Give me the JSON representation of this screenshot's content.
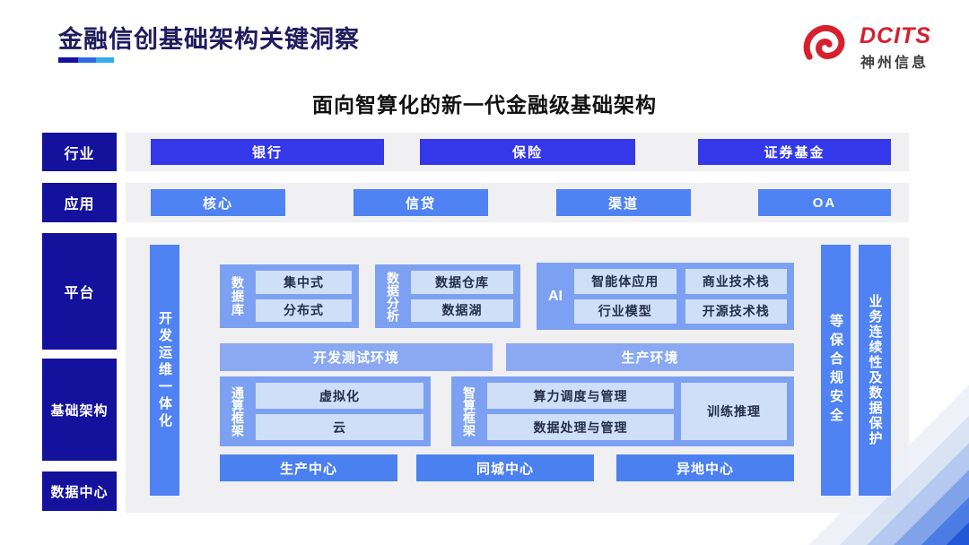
{
  "page": {
    "title": "金融信创基础架构关键洞察",
    "subtitle": "面向智算化的新一代金融级基础架构"
  },
  "logo": {
    "brand": "DCITS",
    "company": "神州信息",
    "icon": "swirl-icon",
    "brand_color": "#d71f2e"
  },
  "sidebar": {
    "items": [
      {
        "label": "行业"
      },
      {
        "label": "应用"
      },
      {
        "label": "平台"
      },
      {
        "label": "基础架构"
      },
      {
        "label": "数据中心"
      }
    ]
  },
  "industry": {
    "items": [
      {
        "label": "银行"
      },
      {
        "label": "保险"
      },
      {
        "label": "证券基金"
      }
    ]
  },
  "application": {
    "items": [
      {
        "label": "核心"
      },
      {
        "label": "信贷"
      },
      {
        "label": "渠道"
      },
      {
        "label": "OA"
      }
    ]
  },
  "platform": {
    "devops_bar": "开发运维一体化",
    "groups": {
      "database": {
        "label": "数据库",
        "items": [
          {
            "label": "集中式"
          },
          {
            "label": "分布式"
          }
        ]
      },
      "analytics": {
        "label": "数据分析",
        "items": [
          {
            "label": "数据仓库"
          },
          {
            "label": "数据湖"
          }
        ]
      },
      "ai": {
        "label": "AI",
        "items": [
          {
            "label": "智能体应用"
          },
          {
            "label": "商业技术栈"
          },
          {
            "label": "行业模型"
          },
          {
            "label": "开源技术栈"
          }
        ]
      }
    },
    "environments": [
      {
        "label": "开发测试环境"
      },
      {
        "label": "生产环境"
      }
    ],
    "frameworks": {
      "general": {
        "label": "通算框架",
        "items": [
          {
            "label": "虚拟化"
          },
          {
            "label": "云"
          }
        ]
      },
      "intelligent": {
        "label": "智算框架",
        "items": [
          {
            "label": "算力调度与管理"
          },
          {
            "label": "数据处理与管理"
          }
        ],
        "side": "训练推理"
      }
    },
    "centers": [
      {
        "label": "生产中心"
      },
      {
        "label": "同城中心"
      },
      {
        "label": "异地中心"
      }
    ],
    "security_bars": [
      {
        "label": "等保合规安全"
      },
      {
        "label": "业务连续性及数据保护"
      }
    ]
  },
  "colors": {
    "sidebar": "#14119c",
    "industry_button": "#3438ea",
    "app_button": "#4f82f2",
    "group_container": "#7da1f2",
    "inner_box": "#cfdff8",
    "env_bar": "#8aa9f2",
    "center_button": "#4b80f0",
    "panel_bg": "#f0f0f2",
    "title_text": "#201c5f",
    "accent_red": "#d71f2e"
  }
}
